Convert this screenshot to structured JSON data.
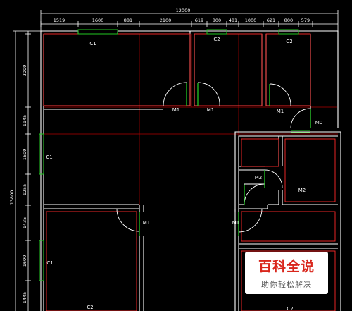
{
  "overall_width_dim": "12000",
  "overall_height_dim": "13800",
  "top_dims": [
    "1519",
    "1600",
    "881",
    "2100",
    "619",
    "800",
    "481",
    "1000",
    "621",
    "800",
    "579"
  ],
  "left_dims": [
    "3000",
    "1145",
    "1600",
    "1255",
    "1435",
    "1600",
    "1445"
  ],
  "window_labels": {
    "c1_top": "C1",
    "c2_mid": "C2",
    "c2_right": "C2",
    "c1_left_upper": "C1",
    "c1_left_lower": "C1",
    "c2_bottom_left": "C2",
    "c2_bottom_right": "C2"
  },
  "door_labels": {
    "m1_a": "M1",
    "m1_b": "M1",
    "m1_c": "M1",
    "m0": "M0",
    "m2_a": "M2",
    "m2_b": "M2",
    "m1_d": "M1",
    "m1_e": "M1"
  },
  "watermark": {
    "title": "百科全说",
    "subtitle": "助你轻松解决"
  },
  "colors": {
    "background": "#000000",
    "wall": "#ffffff",
    "wall_inner": "#ff2020",
    "axis": "#c00000",
    "window": "#00c000",
    "door": "#ffffff",
    "door_red": "#ff2020"
  }
}
